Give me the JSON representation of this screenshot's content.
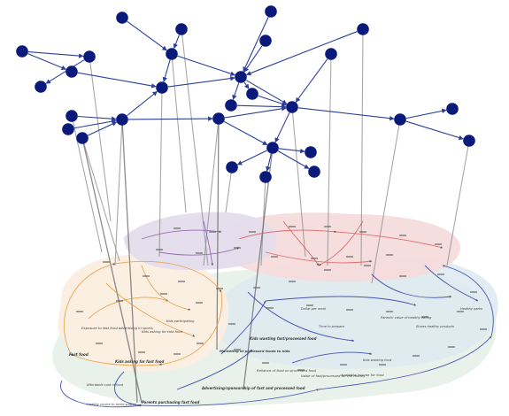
{
  "colors": {
    "network_node": "#0a1a7a",
    "network_edge": "#2b3f9a",
    "connector": "#8c8c8c",
    "purple_region": "#e4dcec",
    "red_region": "#f6dcdc",
    "orange_region": "#fbeee0",
    "blue_region": "#dfeaf1",
    "green_region": "#e4f0e6",
    "orange_loop": "#e79a3c",
    "blue_loop": "#2a3aa8",
    "red_loop": "#d8585a",
    "purple_loop": "#8b5aa8"
  },
  "labels": {
    "fast_food": "Fast food",
    "kids_asking_fast_food": "Kids asking for fast food",
    "exposure_fast_food_ads": "Exposure to fast food advertising in sports",
    "kids_asking_fast_food_2": "Kids asking for fast food",
    "advertising_sponsorship": "Advertising/sponsorship of fast and processed food",
    "marketing_processed_foods": "Marketing of processed foods to kids",
    "kids_wanting_processed": "Kids wanting fast/processed food",
    "reliance_processed_food": "Reliance of food on processed food",
    "value_processed_money": "Value of fast/processed for the money",
    "available_income_food": "Available income for food",
    "parents_purchasing": "Parents purchasing fast food",
    "healthy_choice": "Healthy choice to avoid snacks",
    "affordable_food": "Affordable cost of food",
    "parents_value_healthy": "Parents' value of healthy eating",
    "stores_healthy": "Stores healthy products",
    "healthy_parks": "Healthy parks",
    "time_to_prepare": "Time to prepare",
    "kids_wanting_food": "Kids wanting food",
    "kids_participating": "Kids participating",
    "dollar_per_meal": "Dollar per meal"
  }
}
